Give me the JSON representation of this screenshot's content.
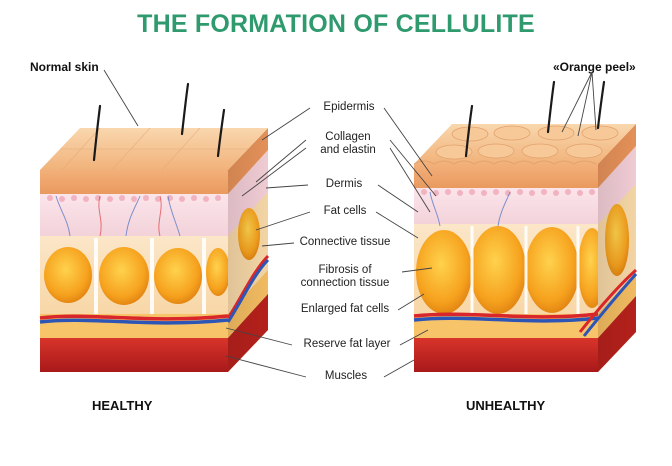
{
  "title": "THE FORMATION OF CELLULITE",
  "corner_labels": {
    "left": "Normal skin",
    "right": "«Orange peel»"
  },
  "bottom_labels": {
    "left": "HEALTHY",
    "right": "UNHEALTHY"
  },
  "layer_labels": [
    "Epidermis",
    "Collagen\nand elastin",
    "Dermis",
    "Fat cells",
    "Connective tissue",
    "Fibrosis of\nconnection tissue",
    "Enlarged fat cells",
    "Reserve fat layer",
    "Muscles"
  ],
  "colors": {
    "title": "#2e9a6e",
    "epidermis": "#f6c89a",
    "dermis": "#f7d8e0",
    "fat": "#f5a623",
    "muscle": "#c8281e",
    "vein": "#2d55b5",
    "artery": "#d9262b"
  }
}
